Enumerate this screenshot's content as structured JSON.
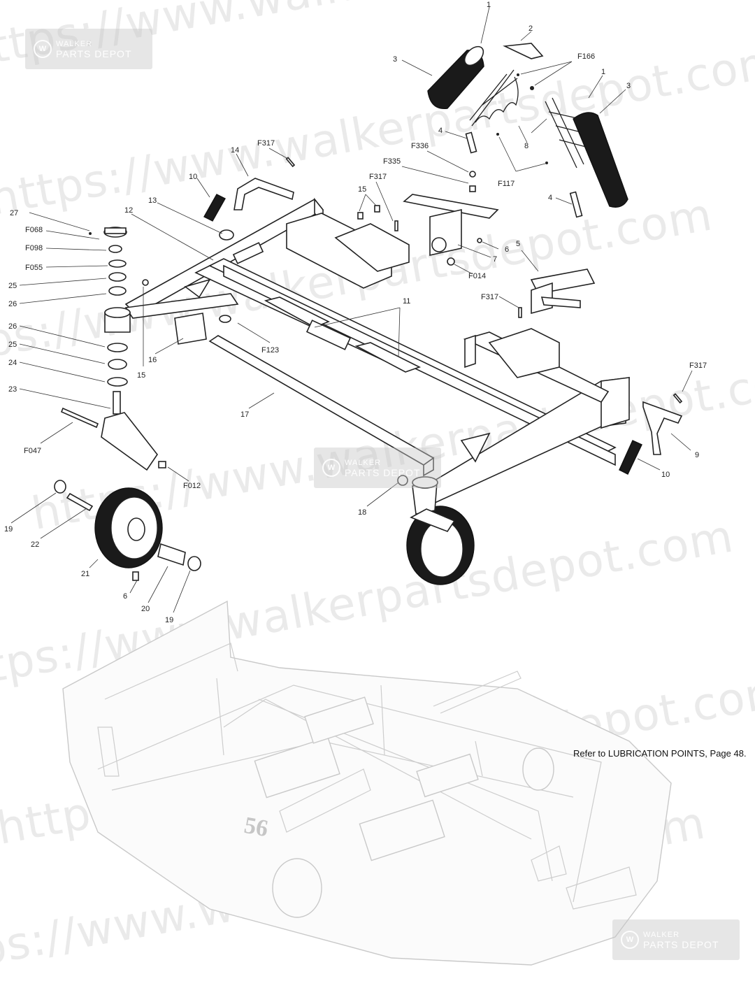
{
  "callouts": {
    "c1a": "1",
    "c2": "2",
    "c3a": "3",
    "cF166": "F166",
    "c1b": "1",
    "c3b": "3",
    "c4a": "4",
    "c8": "8",
    "cF336": "F336",
    "cF335": "F335",
    "cF117": "F117",
    "c4b": "4",
    "c14": "14",
    "cF317a": "F317",
    "c10a": "10",
    "cF317b": "F317",
    "c15a": "15",
    "c27": "27",
    "c12": "12",
    "c13": "13",
    "cF068": "F068",
    "cF098": "F098",
    "cF055": "F055",
    "c25a": "25",
    "c26a": "26",
    "c6a": "6",
    "c5": "5",
    "c7": "7",
    "cF014": "F014",
    "cF317c": "F317",
    "c11": "11",
    "c26b": "26",
    "c25b": "25",
    "c24": "24",
    "c23": "23",
    "c15b": "15",
    "c16": "16",
    "cF123": "F123",
    "c17": "17",
    "cF047": "F047",
    "cF012": "F012",
    "cF317d": "F317",
    "c9": "9",
    "c10b": "10",
    "c18": "18",
    "c19a": "19",
    "c22": "22",
    "c21": "21",
    "c6b": "6",
    "c20": "20",
    "c19b": "19"
  },
  "deck_number": "56",
  "note": "Refer to LUBRICATION POINTS, Page 48.",
  "watermark_text": "https://www.walkerpartsdepot.com",
  "logo": {
    "top": "WALKER",
    "bottom": "PARTS DEPOT"
  }
}
